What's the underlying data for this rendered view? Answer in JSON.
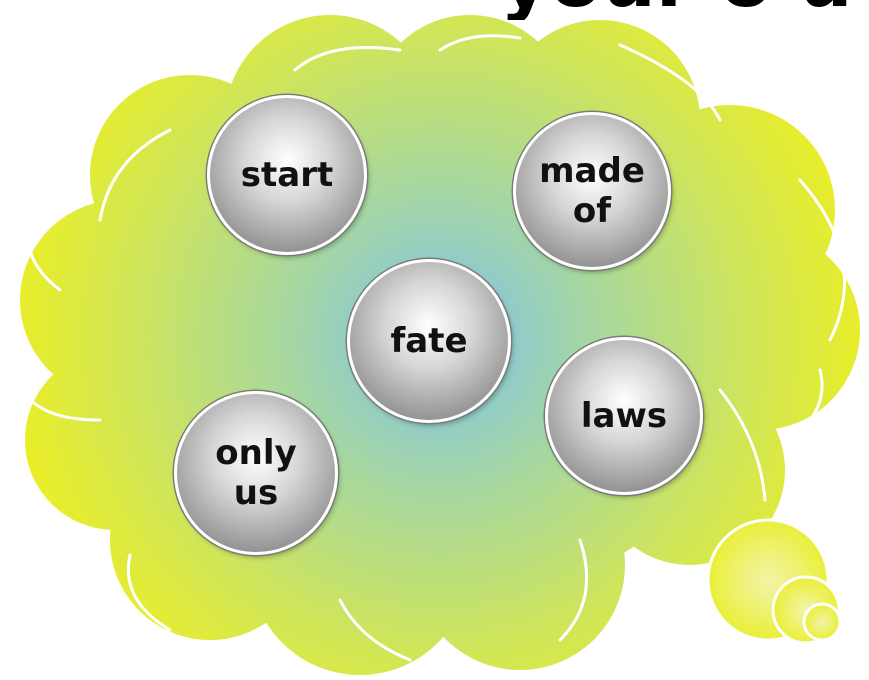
{
  "title": "your o u",
  "words": {
    "start": "start",
    "made_of": "made\nof",
    "fate": "fate",
    "laws": "laws",
    "only_us": "only\nus"
  },
  "colors": {
    "cloud_edge": "#e9ef2a",
    "cloud_center": "#7ec0f0",
    "bubble_light": "#ffffff",
    "bubble_dark": "#757575",
    "outline": "#ffffff"
  }
}
